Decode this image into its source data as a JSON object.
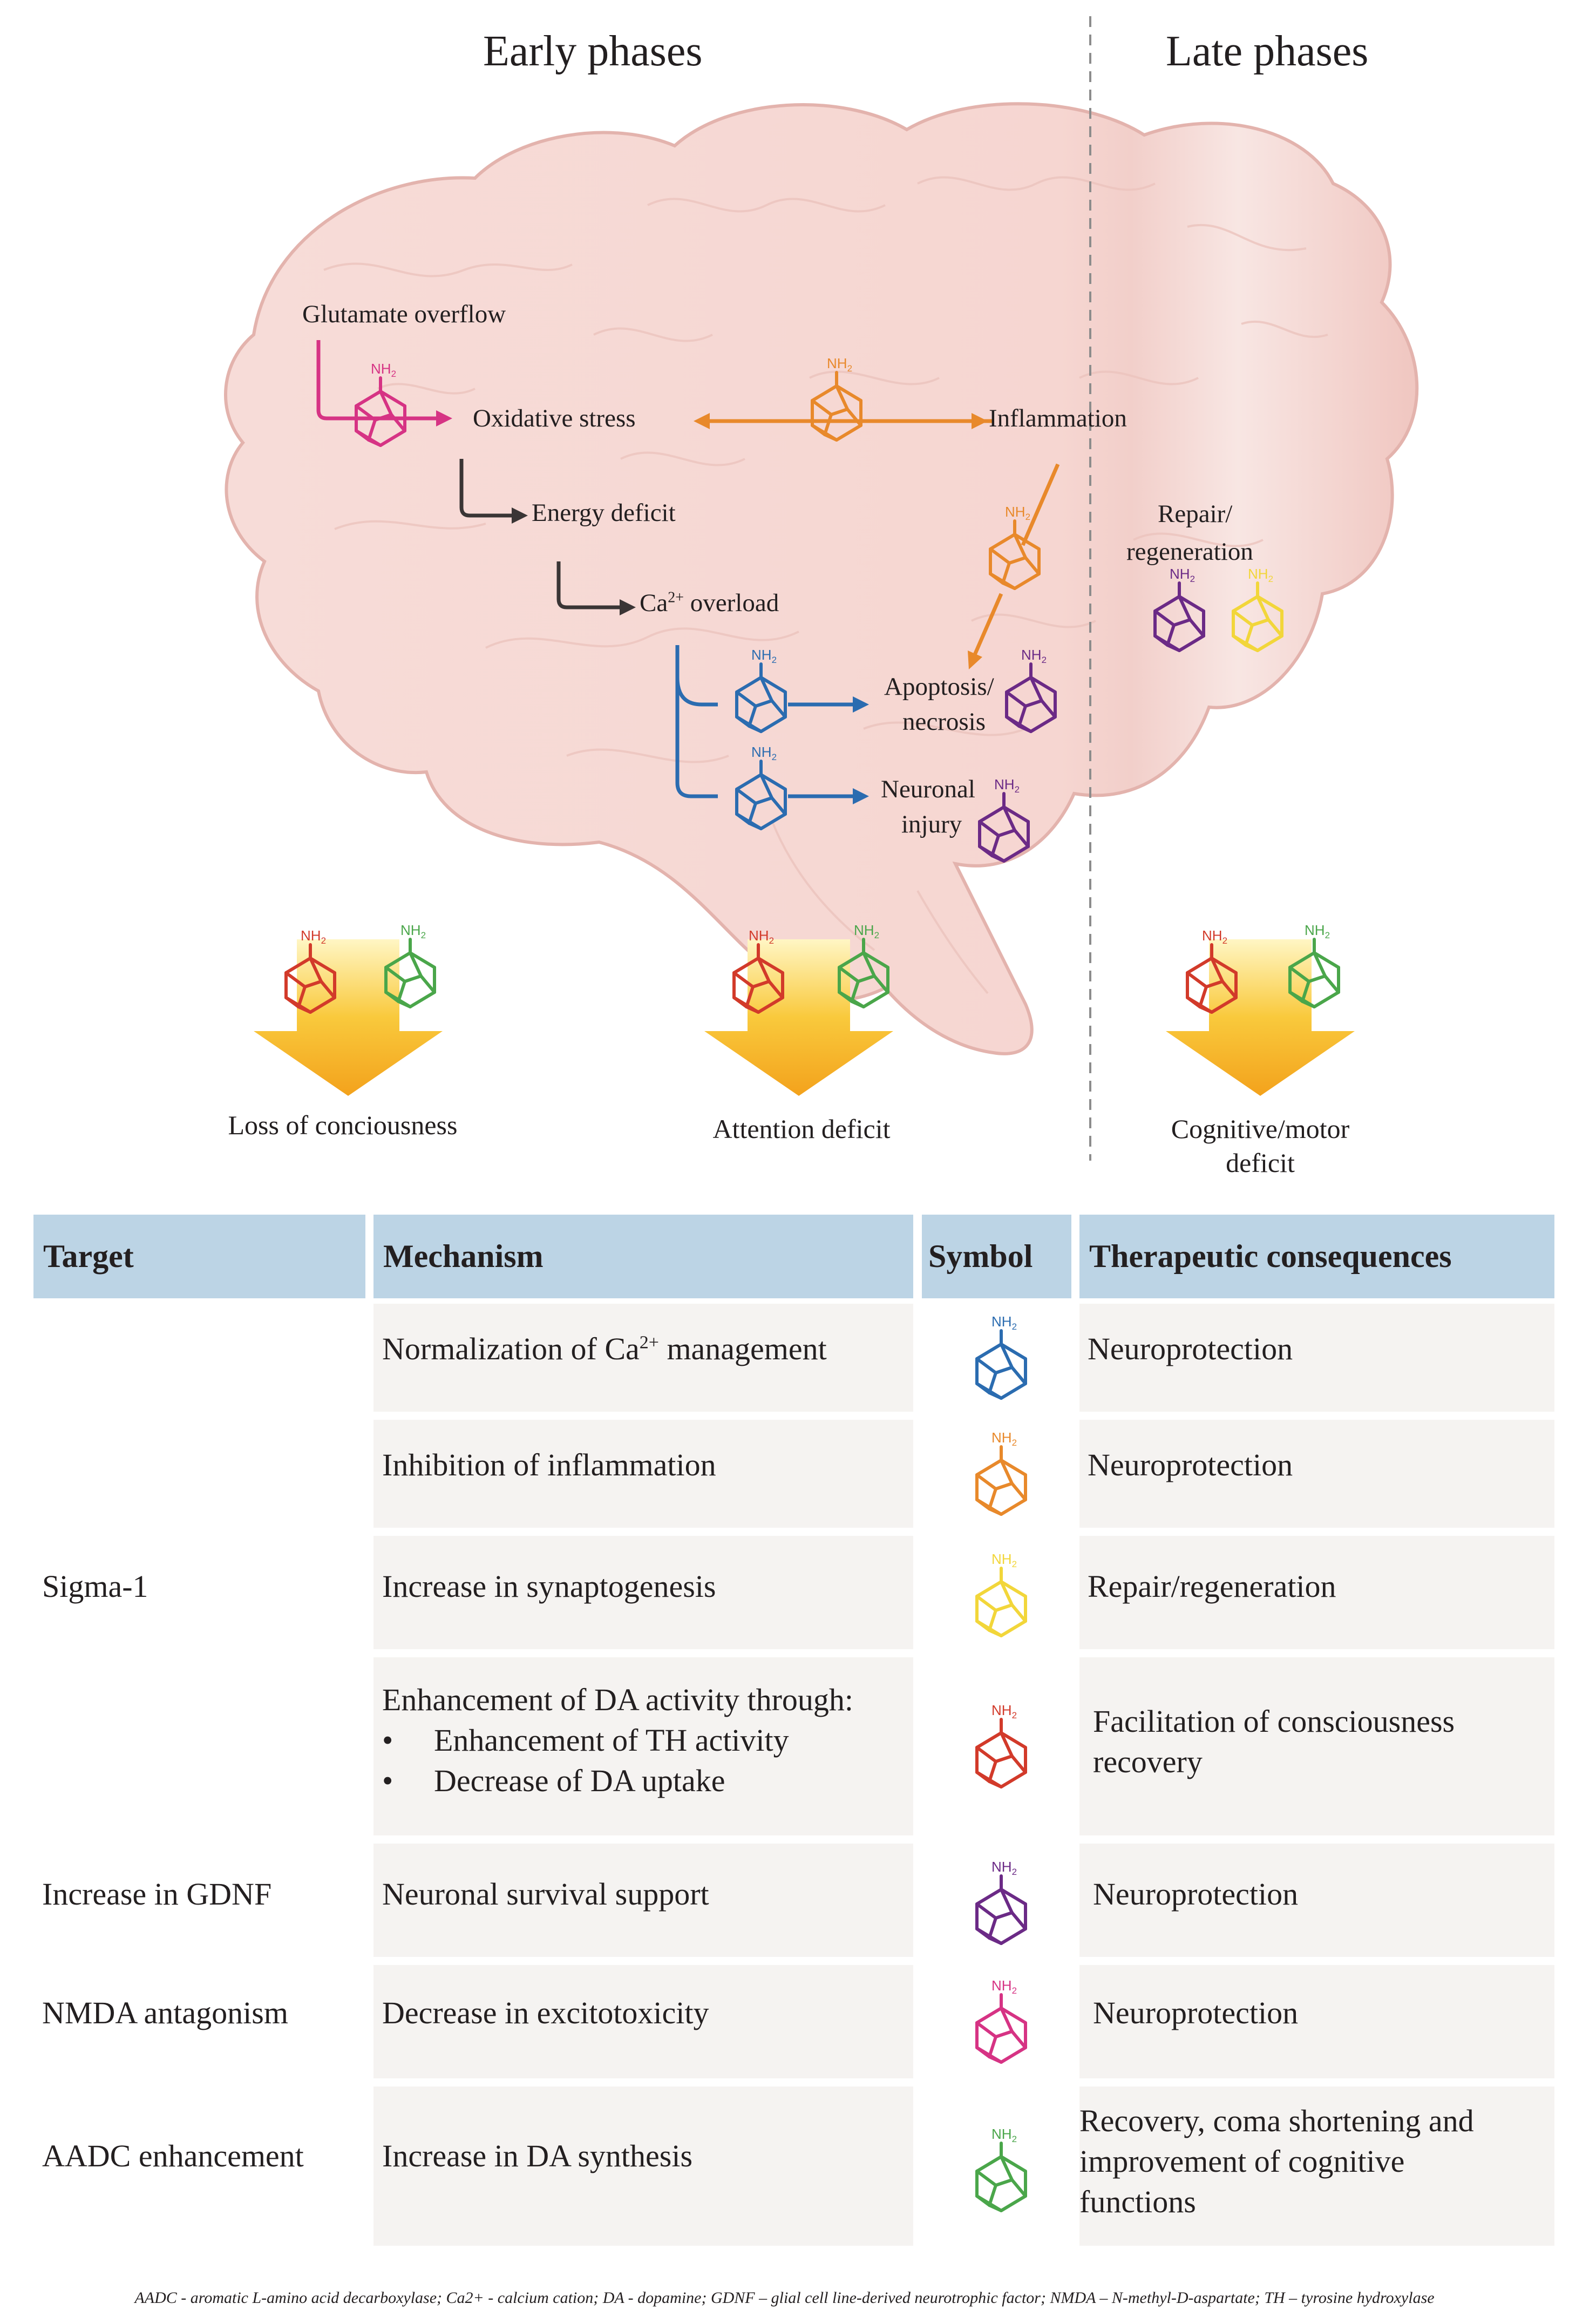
{
  "phases": {
    "early": "Early phases",
    "late": "Late phases"
  },
  "diagram_labels": {
    "glutamate": "Glutamate overflow",
    "oxidative": "Oxidative stress",
    "inflammation": "Inflammation",
    "energy": "Energy deficit",
    "ca_overload_base": "Ca",
    "ca_overload_sup": "2+",
    "ca_overload_rest": " overload",
    "apoptosis_1": "Apoptosis/",
    "apoptosis_2": "necrosis",
    "neuronal_1": "Neuronal",
    "neuronal_2": "injury",
    "repair_1": "Repair/",
    "repair_2": "regeneration"
  },
  "amine_label": "NH",
  "amine_sub": "2",
  "outcomes": {
    "loss": "Loss of conciousness",
    "attention": "Attention deficit",
    "cognitive_1": "Cognitive/motor",
    "cognitive_2": "deficit"
  },
  "colors": {
    "blue": "#2b6cb0",
    "orange": "#e8892b",
    "yellow": "#f2d63a",
    "red": "#d23a2a",
    "purple": "#6b2a86",
    "magenta": "#d63384",
    "green": "#4aa64a",
    "dark": "#3a3535",
    "header_bg": "#bcd4e5"
  },
  "table": {
    "headers": [
      "Target",
      "Mechanism",
      "Symbol",
      "Therapeutic consequences"
    ],
    "sigma_label": "Sigma-1",
    "rows": [
      {
        "mechanism": "Normalization of  Ca",
        "mechanism_sup": "2+",
        "mechanism_tail": " management",
        "symbol": "blue",
        "consequence": "Neuroprotection"
      },
      {
        "mechanism": "Inhibition of inflammation",
        "symbol": "orange",
        "consequence": "Neuroprotection"
      },
      {
        "mechanism": "Increase in synaptogenesis",
        "symbol": "yellow",
        "consequence": "Repair/regeneration"
      },
      {
        "mechanism": "Enhancement of DA activity through:",
        "bullets": [
          "Enhancement of TH activity",
          "Decrease of DA uptake"
        ],
        "symbol": "red",
        "consequence": [
          "Facilitation of consciousness",
          "recovery"
        ]
      },
      {
        "target": "Increase in GDNF",
        "mechanism": "Neuronal survival support",
        "symbol": "purple",
        "consequence": "Neuroprotection"
      },
      {
        "target": "NMDA antagonism",
        "mechanism": "Decrease in excitotoxicity",
        "symbol": "magenta",
        "consequence": "Neuroprotection"
      },
      {
        "target": "AADC enhancement",
        "mechanism": "Increase in DA synthesis",
        "symbol": "green",
        "consequence": [
          "Recovery, coma shortening and",
          "improvement of cognitive",
          "functions"
        ]
      }
    ]
  },
  "footnote": "AADC - aromatic L-amino acid decarboxylase; Ca2+ - calcium cation; DA - dopamine; GDNF – glial cell line-derived neurotrophic factor; NMDA – N-methyl-D-aspartate; TH – tyrosine hydroxylase"
}
